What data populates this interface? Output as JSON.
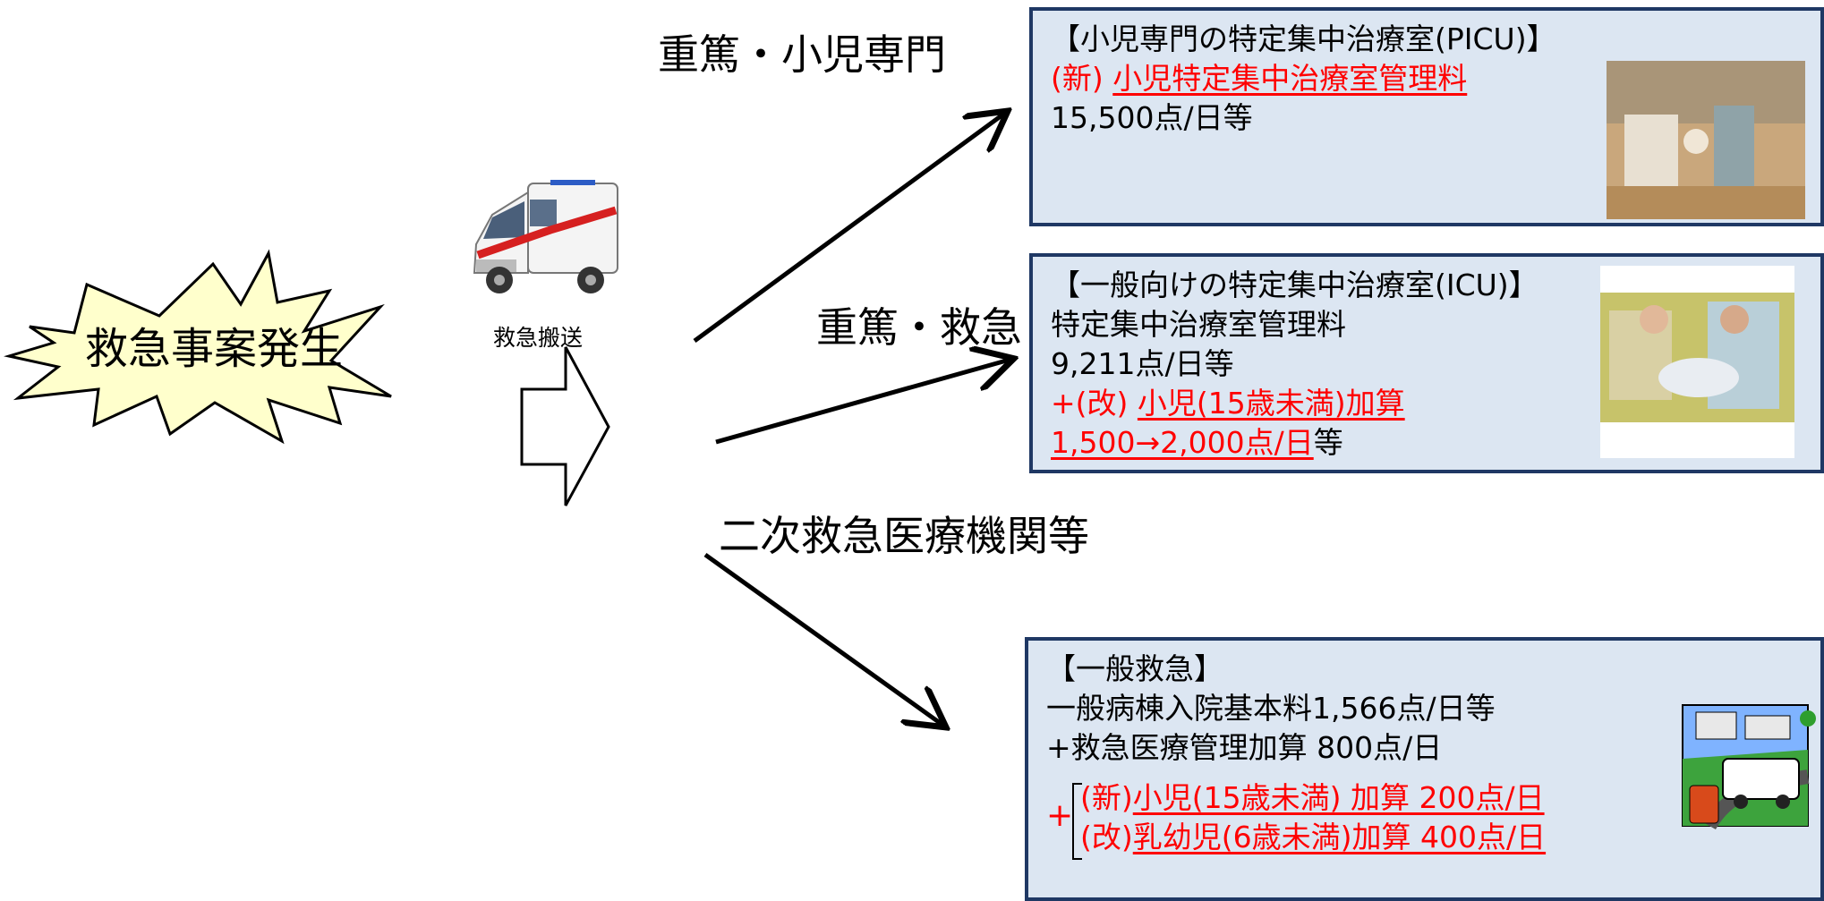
{
  "start": {
    "text": "救急事案発生"
  },
  "transport": {
    "caption": "救急搬送"
  },
  "branch_labels": {
    "picu": "重篤・小児専門",
    "icu": "重篤・救急",
    "general": "二次救急医療機関等"
  },
  "picu_box": {
    "title": "【小児専門の特定集中治療室(PICU)】",
    "new_prefix": "(新)",
    "new_item": "小児特定集中治療室管理料",
    "points": "15,500点/日等"
  },
  "icu_box": {
    "title": "【一般向けの特定集中治療室(ICU)】",
    "item": "特定集中治療室管理料",
    "points": "9,211点/日等",
    "rev_prefix": "+(改)",
    "rev_item": "小児(15歳未満)加算",
    "rev_points": "1,500→2,000点/日",
    "rev_suffix": "等"
  },
  "general_box": {
    "title": "【一般救急】",
    "line1": "一般病棟入院基本料1,566点/日等",
    "line2": "+救急医療管理加算 800点/日",
    "plus": "+",
    "new_prefix": "(新)",
    "new_item": "小児(15歳未満) 加算 200点/日",
    "rev_prefix": "(改)",
    "rev_item": "乳幼児(6歳未満)加算 400点/日"
  },
  "colors": {
    "box_fill": "#dce6f2",
    "box_border": "#1f3864",
    "burst_fill": "#ffffcc",
    "highlight": "#ff0000"
  }
}
